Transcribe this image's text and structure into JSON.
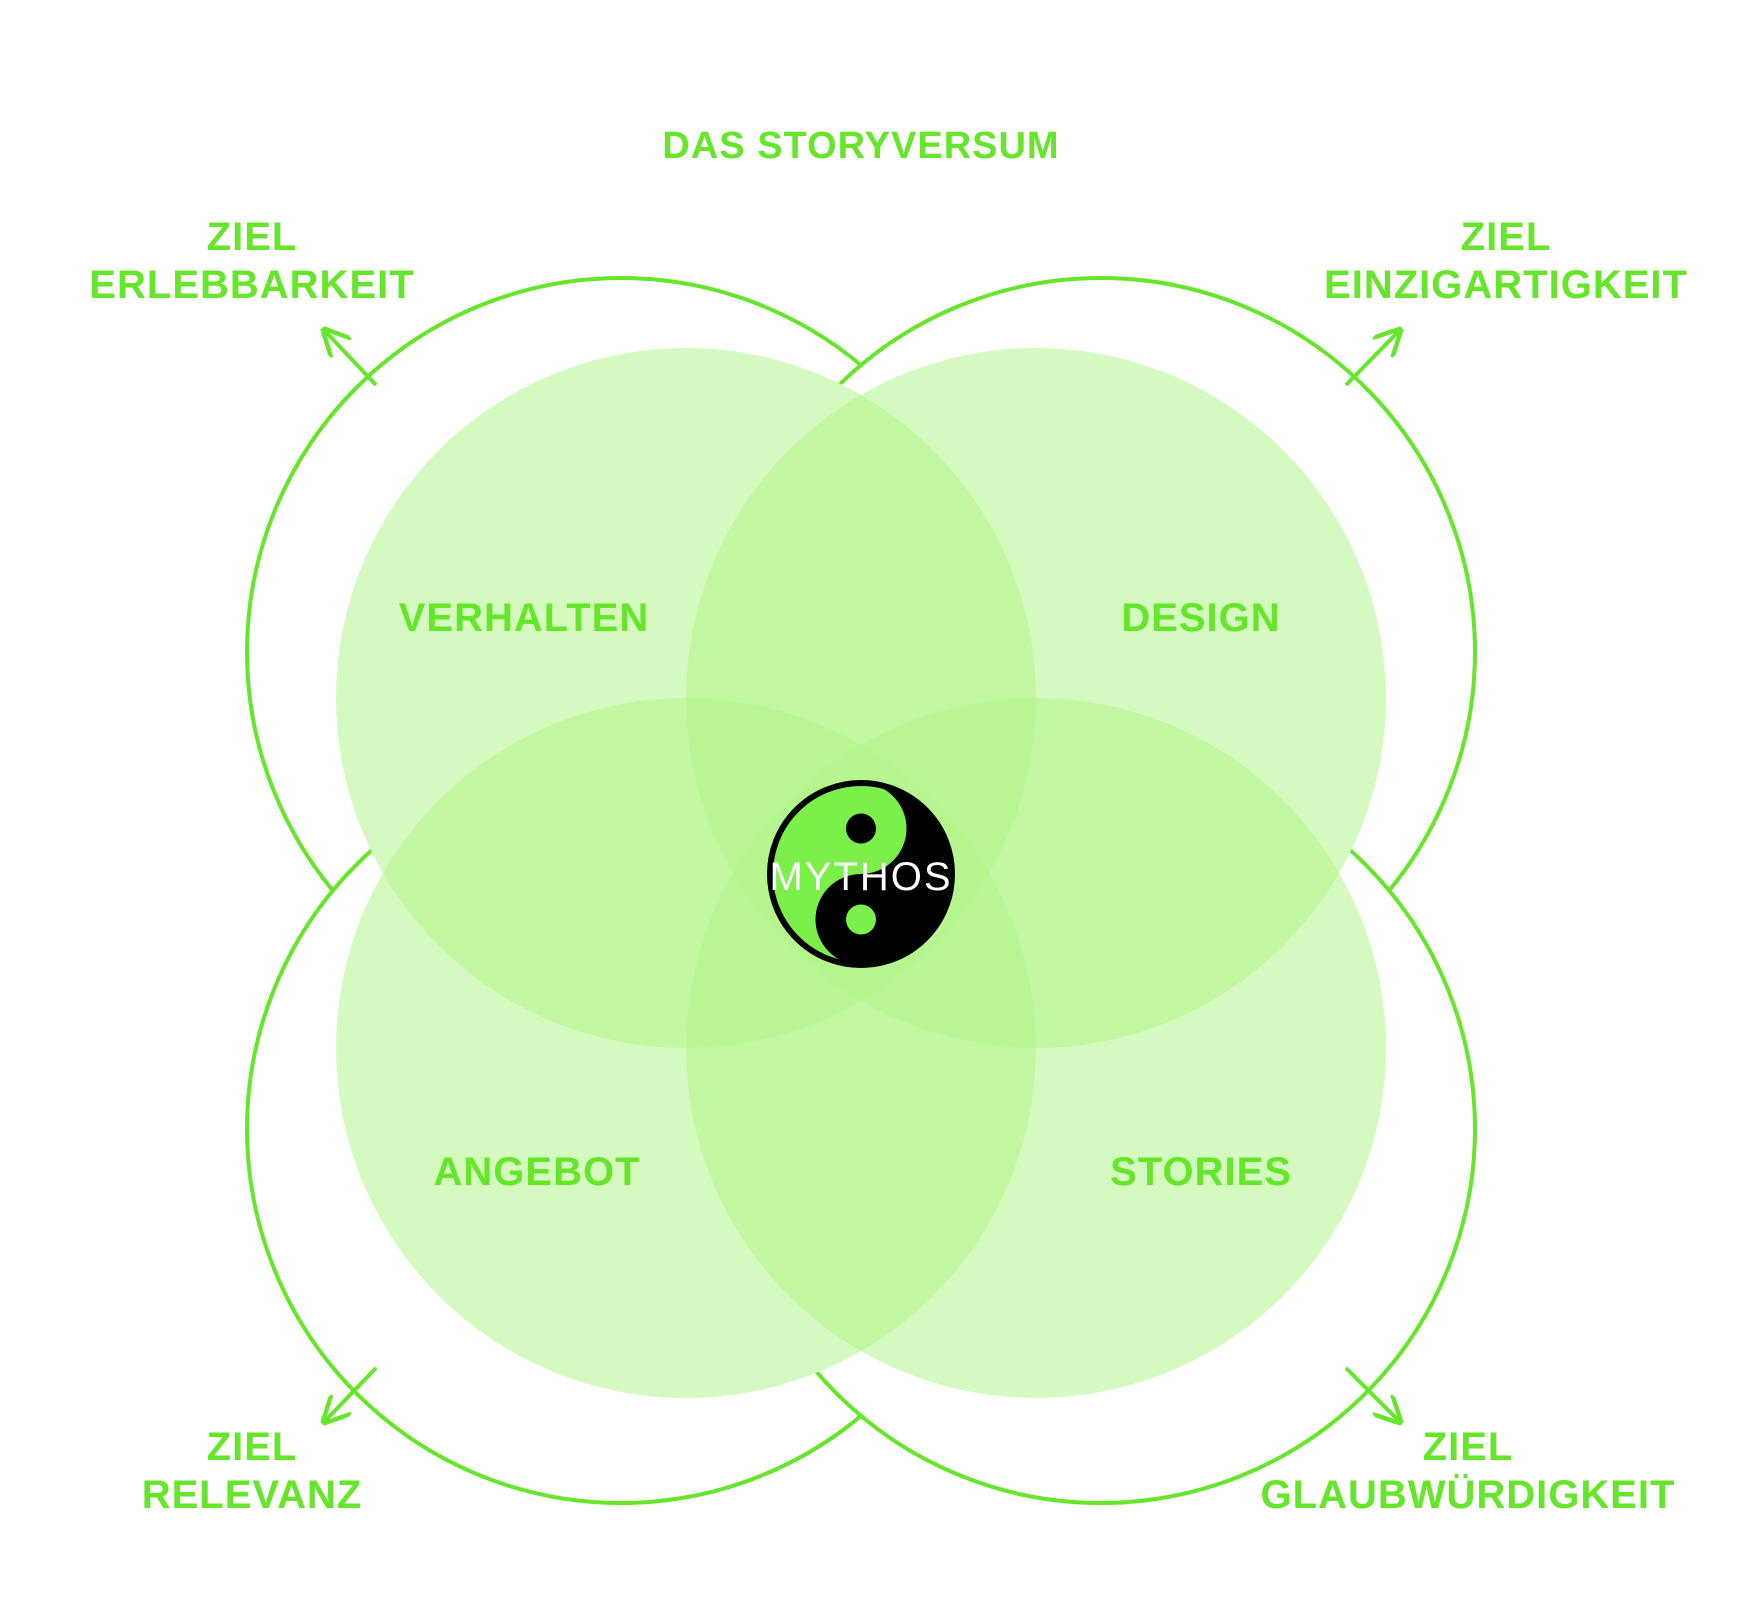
{
  "title": "DAS STORYVERSUM",
  "colors": {
    "accent": "#66e62a",
    "fill": "#b2f58a",
    "symbol_dark": "#000000",
    "symbol_light": "#7cf04a",
    "background": "#ffffff"
  },
  "goals": {
    "top_left": {
      "line1": "ZIEL",
      "line2": "ERLEBBARKEIT"
    },
    "top_right": {
      "line1": "ZIEL",
      "line2": "EINZIGARTIGKEIT"
    },
    "bottom_left": {
      "line1": "ZIEL",
      "line2": "RELEVANZ"
    },
    "bottom_right": {
      "line1": "ZIEL",
      "line2": "GLAUBWÜRDIGKEIT"
    }
  },
  "areas": {
    "top_left": "VERHALTEN",
    "top_right": "DESIGN",
    "bottom_left": "ANGEBOT",
    "bottom_right": "STORIES"
  },
  "center": {
    "label": "MYTHOS",
    "icon": "yin-yang-icon"
  }
}
